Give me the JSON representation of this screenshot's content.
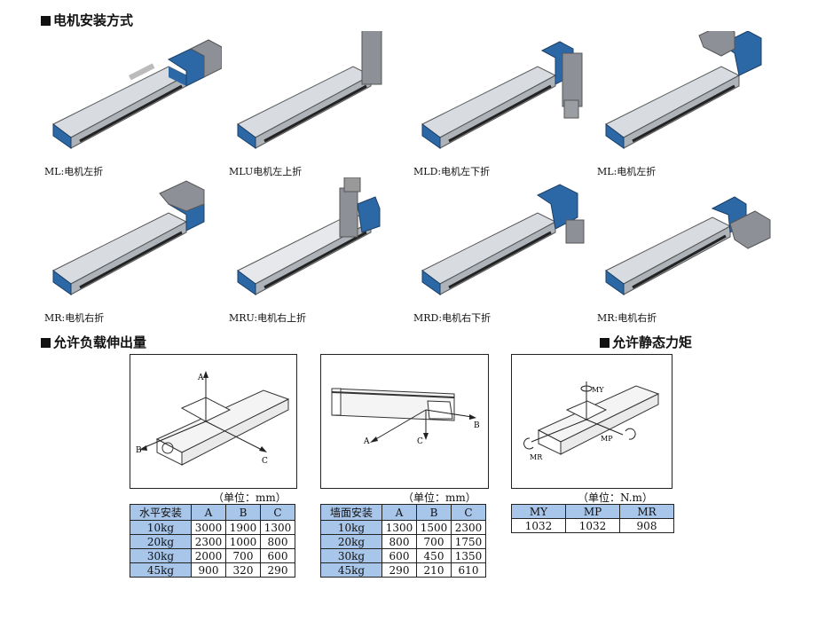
{
  "sections": {
    "mount_methods": "电机安装方式",
    "allowed_overhang": "允许负载伸出量",
    "allowed_static_moment": "允许静态力矩"
  },
  "modules": [
    {
      "caption": "ML:电机左折"
    },
    {
      "caption": "MLU电机左上折"
    },
    {
      "caption": "MLD:电机左下折"
    },
    {
      "caption": "ML:电机左折"
    },
    {
      "caption": "MR:电机右折"
    },
    {
      "caption": "MRU:电机右上折"
    },
    {
      "caption": "MRD:电机右下折"
    },
    {
      "caption": "MR:电机右折"
    }
  ],
  "figures": {
    "horizontal": {
      "axis_a": "A",
      "axis_b": "B",
      "axis_c": "C"
    },
    "wall": {
      "axis_a": "A",
      "axis_b": "B",
      "axis_c": "C"
    },
    "moment": {
      "my": "MY",
      "mp": "MP",
      "mr": "MR"
    }
  },
  "tables": {
    "horizontal": {
      "unit": "（单位：mm）",
      "header": [
        "水平安装",
        "A",
        "B",
        "C"
      ],
      "rows": [
        [
          "10kg",
          "3000",
          "1900",
          "1300"
        ],
        [
          "20kg",
          "2300",
          "1000",
          "800"
        ],
        [
          "30kg",
          "2000",
          "700",
          "600"
        ],
        [
          "45kg",
          "900",
          "320",
          "290"
        ]
      ]
    },
    "wall": {
      "unit": "（单位：mm）",
      "header": [
        "墙面安装",
        "A",
        "B",
        "C"
      ],
      "rows": [
        [
          "10kg",
          "1300",
          "1500",
          "2300"
        ],
        [
          "20kg",
          "800",
          "700",
          "1750"
        ],
        [
          "30kg",
          "600",
          "450",
          "1350"
        ],
        [
          "45kg",
          "290",
          "210",
          "610"
        ]
      ]
    },
    "moment": {
      "unit": "（单位：N.m）",
      "header": [
        "MY",
        "MP",
        "MR"
      ],
      "rows": [
        [
          "1032",
          "1032",
          "908"
        ]
      ]
    }
  },
  "colors": {
    "accent": "#2d68a6",
    "header_fill": "#a8c6ea",
    "rail": "#cfd3d8",
    "motor": "#8d9197"
  }
}
